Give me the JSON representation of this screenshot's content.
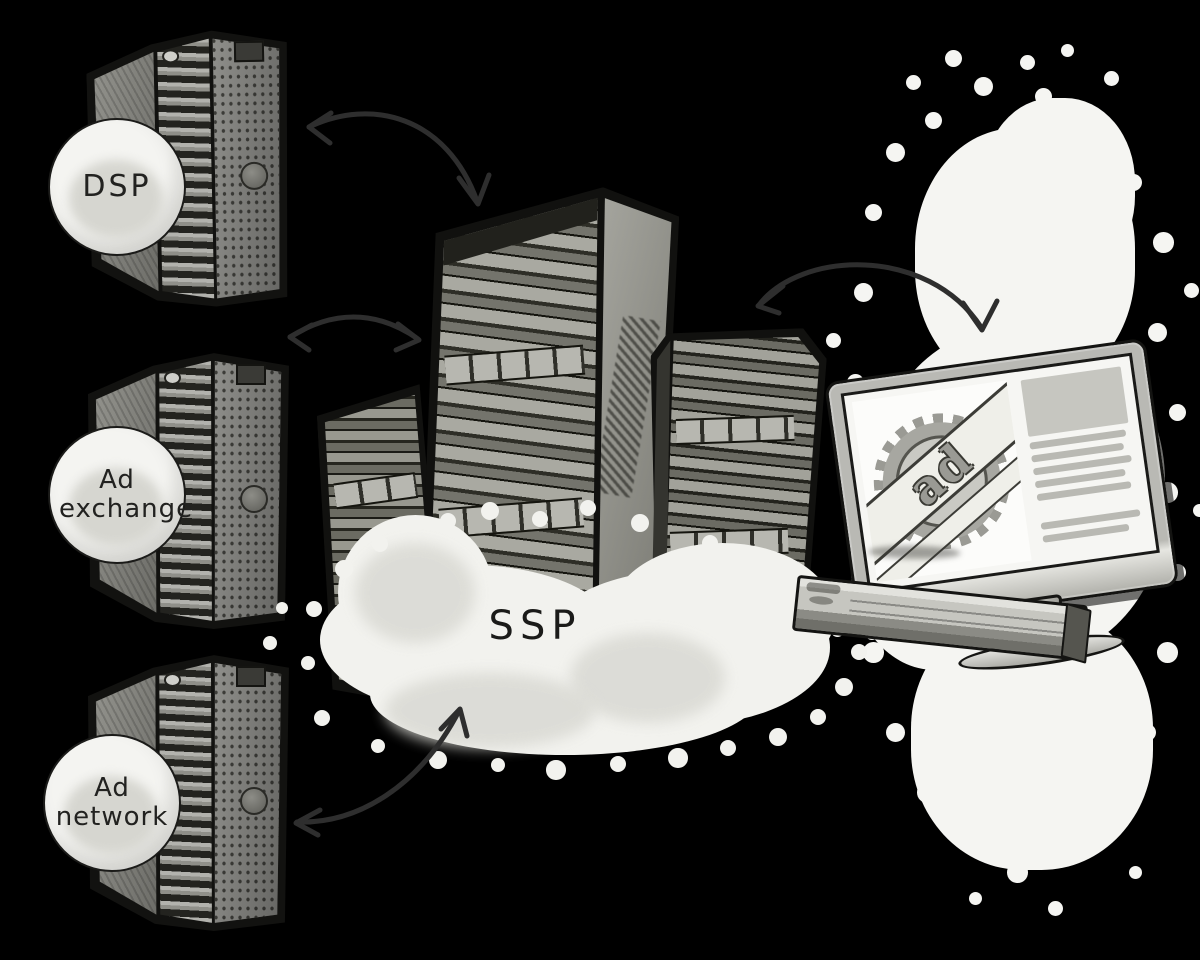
{
  "scene": {
    "background_color": "#000000",
    "style": "hand-drawn grayscale comic illustration of programmatic advertising",
    "palette": {
      "ink": "#2e2e2e",
      "server_gray": "#90908c",
      "badge_fill": "#efefec",
      "cloud_fill": "#f2f2ee",
      "splatter_fill": "#f5f5f2",
      "screen_fill": "#f6f6f3"
    }
  },
  "demand_nodes": [
    {
      "id": "dsp",
      "label": "DSP",
      "icon": "server-tower"
    },
    {
      "id": "ad-exchange",
      "label": "Ad exchange",
      "icon": "server-tower"
    },
    {
      "id": "ad-network",
      "label": "Ad network",
      "icon": "server-tower"
    }
  ],
  "platform": {
    "id": "ssp",
    "label": "SSP",
    "icon": "server-rack-cluster-in-cloud"
  },
  "publisher": {
    "id": "publisher-screen",
    "icon": "desktop-monitor-with-keyboard",
    "ad_badge_label": "ad"
  },
  "connections": [
    {
      "from": "dsp",
      "to": "ssp",
      "type": "curved-arrow",
      "bidirectional": true
    },
    {
      "from": "ad-exchange",
      "to": "ssp",
      "type": "curved-arrow",
      "bidirectional": true
    },
    {
      "from": "ad-network",
      "to": "ssp",
      "type": "curved-arrow",
      "bidirectional": true
    },
    {
      "from": "ssp",
      "to": "publisher-screen",
      "type": "curved-arrow",
      "bidirectional": true
    }
  ]
}
